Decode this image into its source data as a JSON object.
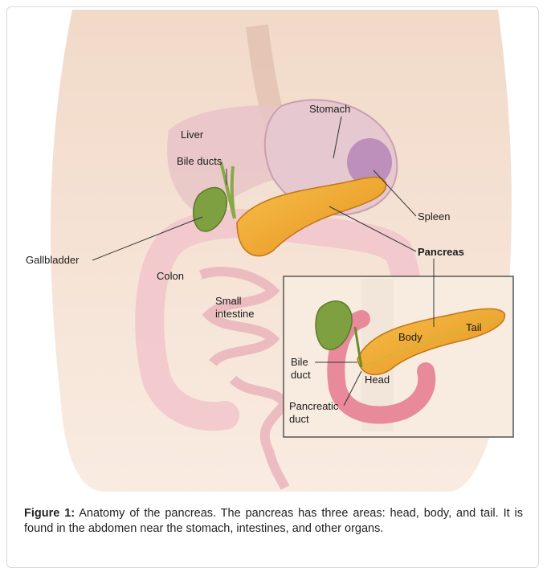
{
  "diagram": {
    "labels": {
      "stomach": "Stomach",
      "liver": "Liver",
      "bile_ducts": "Bile ducts",
      "spleen": "Spleen",
      "gallbladder": "Gallbladder",
      "pancreas": "Pancreas",
      "colon": "Colon",
      "small_intestine_1": "Small",
      "small_intestine_2": "intestine"
    },
    "inset_labels": {
      "body": "Body",
      "tail": "Tail",
      "bile_duct_1": "Bile",
      "bile_duct_2": "duct",
      "head": "Head",
      "pancreatic_duct_1": "Pancreatic",
      "pancreatic_duct_2": "duct"
    },
    "colors": {
      "skin": "#f4dcc8",
      "liver": "#e8c4c8",
      "stomach": "#e6c8d0",
      "pancreas": "#f0a830",
      "gallbladder": "#7fa040",
      "intestine": "#f2c6cc",
      "spleen": "#b888b8",
      "inset_border": "#555555"
    }
  },
  "caption": {
    "label": "Figure 1:",
    "text": " Anatomy of the pancreas. The pancreas has three areas: head, body, and tail. It is found in the abdomen near the stomach, intestines, and other organs."
  }
}
